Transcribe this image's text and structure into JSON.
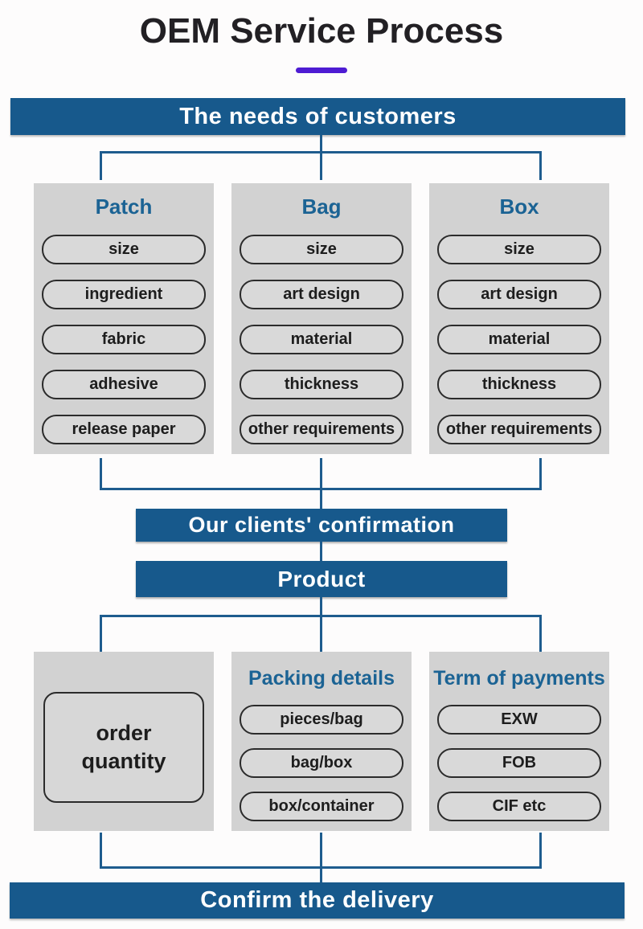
{
  "page": {
    "title": "OEM Service Process"
  },
  "colors": {
    "banner_blue": "#17598c",
    "heading_blue": "#1b6394",
    "connector_blue": "#1e5c8e",
    "panel_gray": "#d2d2d2",
    "pill_gray": "#d9d9d9",
    "accent_purple": "#4e1cd3",
    "title_black": "#222024"
  },
  "banners": {
    "needs": "The needs of customers",
    "confirmation": "Our clients' confirmation",
    "product": "Product",
    "delivery": "Confirm the delivery"
  },
  "columns": [
    {
      "heading": "Patch",
      "items": [
        "size",
        "ingredient",
        "fabric",
        "adhesive",
        "release paper"
      ]
    },
    {
      "heading": "Bag",
      "items": [
        "size",
        "art design",
        "material",
        "thickness",
        "other requirements"
      ]
    },
    {
      "heading": "Box",
      "items": [
        "size",
        "art design",
        "material",
        "thickness",
        "other requirements"
      ]
    }
  ],
  "bottom": {
    "order_quantity": "order quantity",
    "packing": {
      "heading": "Packing details",
      "items": [
        "pieces/bag",
        "bag/box",
        "box/container"
      ]
    },
    "payments": {
      "heading": "Term of payments",
      "items": [
        "EXW",
        "FOB",
        "CIF etc"
      ]
    }
  }
}
